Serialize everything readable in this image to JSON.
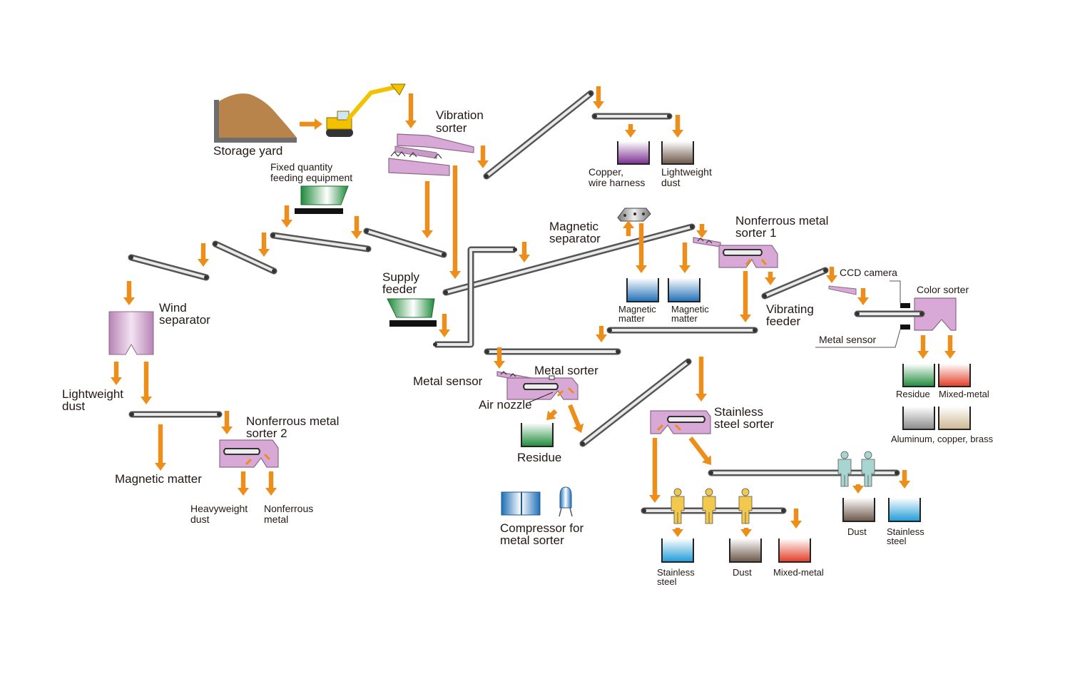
{
  "colors": {
    "arrow": "#ee8e1a",
    "machine": "#d8a9d6",
    "belt": "#555555",
    "pile": "#b9844c",
    "excavator": "#f2c200",
    "worker_yellow": "#f2c94c",
    "worker_teal": "#a8d5d1"
  },
  "labels": {
    "storage_yard": "Storage yard",
    "fixed_feed_1": "Fixed quantity",
    "fixed_feed_2": "feeding equipment",
    "vibration_sorter_1": "Vibration",
    "vibration_sorter_2": "sorter",
    "copper_1": "Copper,",
    "copper_2": "wire harness",
    "lightweight_top_1": "Lightweight",
    "lightweight_top_2": "dust",
    "magnetic_separator_1": "Magnetic",
    "magnetic_separator_2": "separator",
    "nonferrous1_1": "Nonferrous metal",
    "nonferrous1_2": "sorter 1",
    "magnetic_matter_a_1": "Magnetic",
    "magnetic_matter_a_2": "matter",
    "magnetic_matter_b_1": "Magnetic",
    "magnetic_matter_b_2": "matter",
    "supply_feeder_1": "Supply",
    "supply_feeder_2": "feeder",
    "ccd_camera": "CCD camera",
    "color_sorter": "Color sorter",
    "vibrating_feeder_1": "Vibrating",
    "vibrating_feeder_2": "feeder",
    "metal_sensor_right": "Metal sensor",
    "wind_separator_1": "Wind",
    "wind_separator_2": "separator",
    "lightweight_left_1": "Lightweight",
    "lightweight_left_2": "dust",
    "nonferrous2_1": "Nonferrous metal",
    "nonferrous2_2": "sorter 2",
    "magnetic_matter_left": "Magnetic matter",
    "heavyweight_1": "Heavyweight",
    "heavyweight_2": "dust",
    "nonferrous_metal_1": "Nonferrous",
    "nonferrous_metal_2": "metal",
    "metal_sensor_mid": "Metal sensor",
    "metal_sorter": "Metal sorter",
    "air_nozzle": "Air nozzle",
    "residue_mid": "Residue",
    "stainless_sorter_1": "Stainless",
    "stainless_sorter_2": "steel sorter",
    "residue_right": "Residue",
    "mixed_metal_right": "Mixed-metal",
    "aluminum": "Aluminum, copper, brass",
    "compressor_1": "Compressor for",
    "compressor_2": "metal sorter",
    "stainless_bottom_1": "Stainless",
    "stainless_bottom_2": "steel",
    "dust_bottom": "Dust",
    "mixed_metal_bottom": "Mixed-metal",
    "dust_right": "Dust",
    "stainless_right_1": "Stainless",
    "stainless_right_2": "steel"
  }
}
